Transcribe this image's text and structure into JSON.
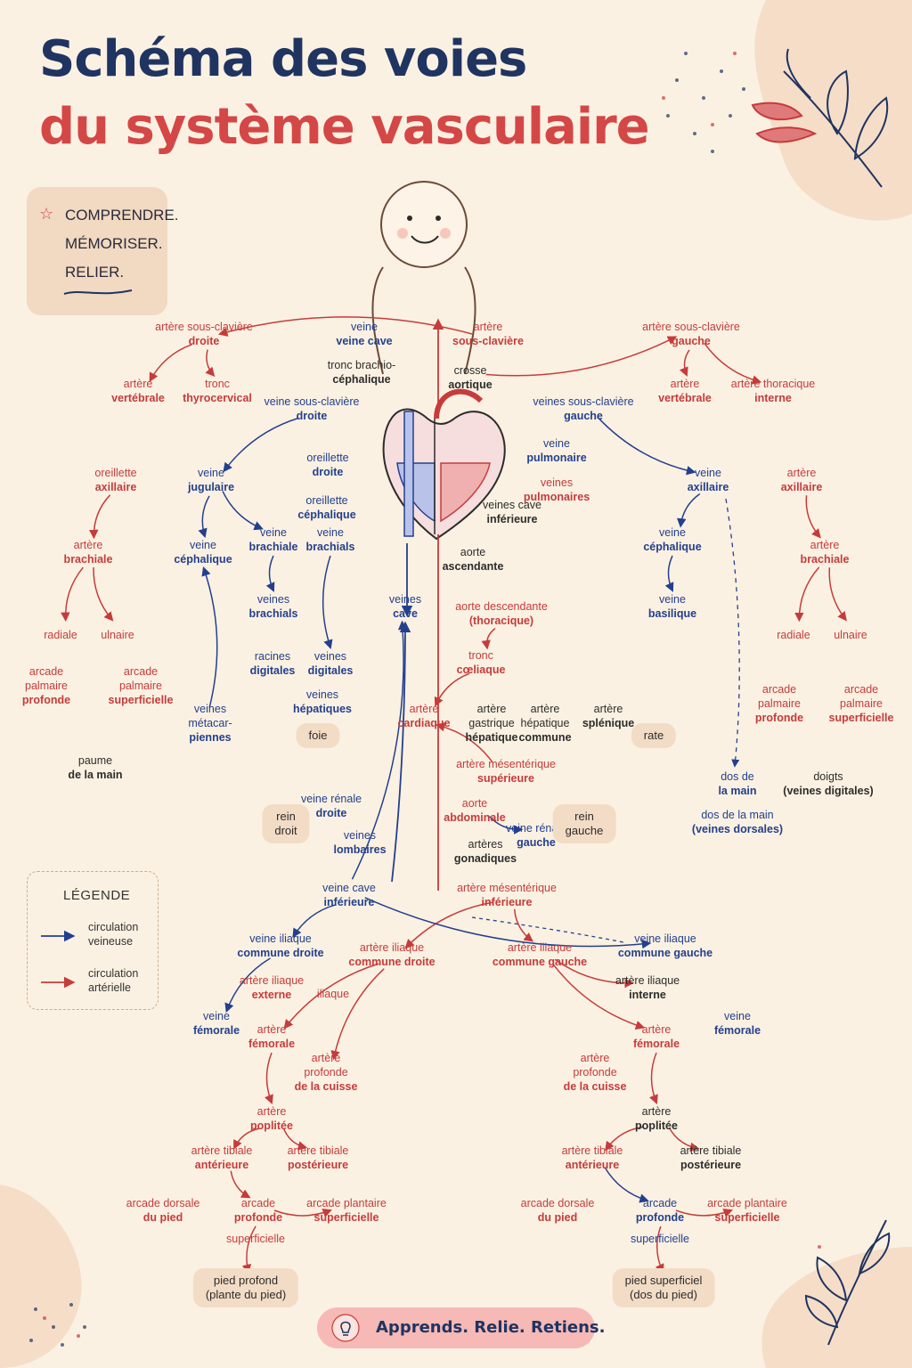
{
  "title": {
    "line1": "Schéma des voies",
    "line2": "du système vasculaire"
  },
  "motto": [
    "COMPRENDRE.",
    "MÉMORISER.",
    "RELIER."
  ],
  "legend": {
    "title": "LÉGENDE",
    "venous": "circulation veineuse",
    "arterial": "circulation artérielle"
  },
  "tagline": "Apprends. Relie. Retiens.",
  "colors": {
    "arterial": "#c63b3b",
    "venous": "#23408e",
    "background": "#fbf1e2",
    "accent_box": "#f1d9c2"
  },
  "nodes": [
    {
      "id": "a_subcl_d",
      "kind": "arterial",
      "text": "artère sous-clavière droite"
    },
    {
      "id": "a_vert_d",
      "kind": "arterial",
      "text": "artère vertébrale"
    },
    {
      "id": "a_thyro",
      "kind": "arterial",
      "text": "tronc thyrocervical"
    },
    {
      "id": "v_cave_sup",
      "kind": "venous",
      "text": "veine veine cave"
    },
    {
      "id": "v_brachio",
      "kind": "neutral",
      "text": "tronc brachio- céphalique"
    },
    {
      "id": "a_subcl_mid",
      "kind": "arterial",
      "text": "artère sous-clavière"
    },
    {
      "id": "crosse",
      "kind": "neutral",
      "text": "crosse aortique"
    },
    {
      "id": "a_subcl_g",
      "kind": "arterial",
      "text": "artère sous-clavière gauche"
    },
    {
      "id": "a_vert_g",
      "kind": "arterial",
      "text": "artère vertébrale"
    },
    {
      "id": "a_thor_int",
      "kind": "arterial",
      "text": "artère thoracique interne"
    },
    {
      "id": "v_subcl_d",
      "kind": "venous",
      "text": "veine sous-clavière droite"
    },
    {
      "id": "v_subcl_g",
      "kind": "venous",
      "text": "veines sous-clavière gauche"
    },
    {
      "id": "a_axil_d",
      "kind": "arterial",
      "text": "oreillette axillaire"
    },
    {
      "id": "v_jug",
      "kind": "venous",
      "text": "veine jugulaire"
    },
    {
      "id": "oreil_d",
      "kind": "venous",
      "text": "oreillette droite"
    },
    {
      "id": "v_cephal_top",
      "kind": "venous",
      "text": "oreillette céphalique"
    },
    {
      "id": "v_pulm",
      "kind": "venous",
      "text": "veine pulmonaire"
    },
    {
      "id": "a_pulm",
      "kind": "arterial",
      "text": "veines pulmonaires"
    },
    {
      "id": "v_cave_inf_h",
      "kind": "neutral",
      "text": "veines cave inférieure"
    },
    {
      "id": "v_axil_g",
      "kind": "venous",
      "text": "veine axillaire"
    },
    {
      "id": "a_axil_g",
      "kind": "arterial",
      "text": "artère axillaire"
    },
    {
      "id": "a_brach_d",
      "kind": "arterial",
      "text": "artère brachiale"
    },
    {
      "id": "v_cephal_d",
      "kind": "venous",
      "text": "veine céphalique"
    },
    {
      "id": "v_brach_d",
      "kind": "venous",
      "text": "veine brachiale"
    },
    {
      "id": "v_brach2_d",
      "kind": "venous",
      "text": "veine brachials"
    },
    {
      "id": "aorte_asc",
      "kind": "neutral",
      "text": "aorte ascendante"
    },
    {
      "id": "v_cephal_g",
      "kind": "venous",
      "text": "veine céphalique"
    },
    {
      "id": "a_brach_g",
      "kind": "arterial",
      "text": "artère brachiale"
    },
    {
      "id": "v_brachs_d",
      "kind": "venous",
      "text": "veines brachials"
    },
    {
      "id": "v_cave_mid",
      "kind": "venous",
      "text": "veines cave"
    },
    {
      "id": "aorte_desc",
      "kind": "arterial",
      "text": "aorte descendante (thoracique)"
    },
    {
      "id": "v_basil_g",
      "kind": "venous",
      "text": "veine basilique"
    },
    {
      "id": "a_rad_d",
      "kind": "arterial",
      "text": "radiale"
    },
    {
      "id": "a_uln_d",
      "kind": "arterial",
      "text": "ulnaire"
    },
    {
      "id": "v_dig_d1",
      "kind": "venous",
      "text": "racines digitales"
    },
    {
      "id": "v_dig_d2",
      "kind": "venous",
      "text": "veines digitales"
    },
    {
      "id": "tronc_coel",
      "kind": "arterial",
      "text": "tronc cœliaque"
    },
    {
      "id": "a_rad_g",
      "kind": "arterial",
      "text": "radiale"
    },
    {
      "id": "a_uln_g",
      "kind": "arterial",
      "text": "ulnaire"
    },
    {
      "id": "arc_palm_prof_d",
      "kind": "arterial",
      "text": "arcade palmaire profonde"
    },
    {
      "id": "arc_palm_sup_d",
      "kind": "arterial",
      "text": "arcade palmaire superficielle"
    },
    {
      "id": "v_hepat",
      "kind": "venous",
      "text": "veines hépatiques"
    },
    {
      "id": "v_metacarp",
      "kind": "venous",
      "text": "veines métacar- piennes"
    },
    {
      "id": "a_cardiaque",
      "kind": "arterial",
      "text": "artère cardiaque"
    },
    {
      "id": "a_gastr",
      "kind": "neutral",
      "text": "artère gastrique hépatique"
    },
    {
      "id": "a_hepat",
      "kind": "neutral",
      "text": "artère hépatique commune"
    },
    {
      "id": "a_splen",
      "kind": "neutral",
      "text": "artère splénique"
    },
    {
      "id": "arc_palm_prof_g",
      "kind": "arterial",
      "text": "arcade palmaire profonde"
    },
    {
      "id": "arc_palm_sup_g",
      "kind": "arterial",
      "text": "arcade palmaire superficielle"
    },
    {
      "id": "foie",
      "kind": "pill",
      "text": "foie"
    },
    {
      "id": "rate",
      "kind": "pill",
      "text": "rate"
    },
    {
      "id": "paume",
      "kind": "neutral",
      "text": "paume de la main"
    },
    {
      "id": "a_mes_sup",
      "kind": "arterial",
      "text": "artère mésentérique supérieure"
    },
    {
      "id": "dos_main",
      "kind": "venous",
      "text": "dos de la main"
    },
    {
      "id": "doigts",
      "kind": "neutral",
      "text": "doigts (veines digitales)"
    },
    {
      "id": "v_renale",
      "kind": "venous",
      "text": "veine rénale droite"
    },
    {
      "id": "aorte_abd",
      "kind": "arterial",
      "text": "aorte abdominale"
    },
    {
      "id": "v_renale_g",
      "kind": "venous",
      "text": "veine rénale gauche"
    },
    {
      "id": "rein_d",
      "kind": "pill",
      "text": "rein droit"
    },
    {
      "id": "rein_g",
      "kind": "pill",
      "text": "rein gauche"
    },
    {
      "id": "dos_main2",
      "kind": "venous",
      "text": "dos de la main (veines dorsales)"
    },
    {
      "id": "v_lomb",
      "kind": "venous",
      "text": "veines lombaires"
    },
    {
      "id": "a_gonad",
      "kind": "neutral",
      "text": "artères gonadiques"
    },
    {
      "id": "v_cave_inf",
      "kind": "venous",
      "text": "veine cave inférieure"
    },
    {
      "id": "a_mes_inf",
      "kind": "arterial",
      "text": "artère mésentérique inférieure"
    },
    {
      "id": "v_il_d",
      "kind": "venous",
      "text": "veine iliaque commune droite"
    },
    {
      "id": "a_il_d",
      "kind": "arterial",
      "text": "artère iliaque commune droite"
    },
    {
      "id": "a_il_g",
      "kind": "arterial",
      "text": "artère iliaque commune gauche"
    },
    {
      "id": "v_il_g",
      "kind": "venous",
      "text": "veine iliaque commune gauche"
    },
    {
      "id": "a_il_ext_d",
      "kind": "arterial",
      "text": "artère iliaque externe"
    },
    {
      "id": "a_il_int_d",
      "kind": "arterial",
      "text": "iliaque"
    },
    {
      "id": "a_il_int_g",
      "kind": "neutral",
      "text": "artère iliaque interne"
    },
    {
      "id": "v_fem_d",
      "kind": "venous",
      "text": "veine fémorale"
    },
    {
      "id": "a_fem_d",
      "kind": "arterial",
      "text": "artère fémorale"
    },
    {
      "id": "a_fem_g",
      "kind": "arterial",
      "text": "artère fémorale"
    },
    {
      "id": "v_fem_g",
      "kind": "venous",
      "text": "veine fémorale"
    },
    {
      "id": "a_prof_cuisse_d",
      "kind": "arterial",
      "text": "artère profonde de la cuisse"
    },
    {
      "id": "a_prof_cuisse_g",
      "kind": "arterial",
      "text": "artère profonde de la cuisse"
    },
    {
      "id": "a_popl_d",
      "kind": "arterial",
      "text": "artère poplitée"
    },
    {
      "id": "a_popl_g",
      "kind": "neutral",
      "text": "artère poplitée"
    },
    {
      "id": "a_tib_ant_d",
      "kind": "arterial",
      "text": "artère tibiale antérieure"
    },
    {
      "id": "a_tib_post_d",
      "kind": "arterial",
      "text": "artère tibiale postérieure"
    },
    {
      "id": "a_tib_ant_g",
      "kind": "arterial",
      "text": "artère tibiale antérieure"
    },
    {
      "id": "a_tib_post_g",
      "kind": "neutral",
      "text": "artère tibiale postérieure"
    },
    {
      "id": "arc_dors_d",
      "kind": "arterial",
      "text": "arcade dorsale du pied"
    },
    {
      "id": "arc_prof_d",
      "kind": "arterial",
      "text": "arcade profonde"
    },
    {
      "id": "arc_plant_d",
      "kind": "arterial",
      "text": "arcade plantaire superficielle"
    },
    {
      "id": "arc_dors_g",
      "kind": "arterial",
      "text": "arcade dorsale du pied"
    },
    {
      "id": "arc_prof_g",
      "kind": "venous",
      "text": "arcade profonde"
    },
    {
      "id": "arc_plant_g",
      "kind": "arterial",
      "text": "arcade plantaire superficielle"
    },
    {
      "id": "superf_d",
      "kind": "arterial",
      "text": "superficielle"
    },
    {
      "id": "superf_g",
      "kind": "venous",
      "text": "superficielle"
    },
    {
      "id": "pied_prof",
      "kind": "pill",
      "text": "pied profond (plante du pied)"
    },
    {
      "id": "pied_superf",
      "kind": "pill",
      "text": "pied superficiel (dos du pied)"
    }
  ],
  "edges": [
    [
      "a_subcl_mid",
      "a_subcl_d",
      "arterial"
    ],
    [
      "a_subcl_d",
      "a_vert_d",
      "arterial"
    ],
    [
      "a_subcl_d",
      "a_thyro",
      "arterial"
    ],
    [
      "crosse",
      "a_subcl_g",
      "arterial"
    ],
    [
      "a_subcl_g",
      "a_vert_g",
      "arterial"
    ],
    [
      "a_subcl_g",
      "a_thor_int",
      "arterial"
    ],
    [
      "v_subcl_d",
      "v_jug",
      "venous"
    ],
    [
      "v_subcl_g",
      "v_axil_g",
      "venous"
    ],
    [
      "a_axil_d",
      "a_brach_d",
      "arterial"
    ],
    [
      "a_brach_d",
      "a_rad_d",
      "arterial"
    ],
    [
      "a_brach_d",
      "a_uln_d",
      "arterial"
    ],
    [
      "v_jug",
      "v_cephal_d",
      "venous"
    ],
    [
      "v_jug",
      "v_brach_d",
      "venous"
    ],
    [
      "v_brach_d",
      "v_brachs_d",
      "venous"
    ],
    [
      "v_brach2_d",
      "v_dig_d2",
      "venous"
    ],
    [
      "v_metacarp",
      "v_cephal_d",
      "venous"
    ],
    [
      "v_axil_g",
      "v_cephal_g",
      "venous"
    ],
    [
      "v_cephal_g",
      "v_basil_g",
      "venous"
    ],
    [
      "a_axil_g",
      "a_brach_g",
      "arterial"
    ],
    [
      "a_brach_g",
      "a_rad_g",
      "arterial"
    ],
    [
      "a_brach_g",
      "a_uln_g",
      "arterial"
    ],
    [
      "aorte_desc",
      "tronc_coel",
      "arterial"
    ],
    [
      "tronc_coel",
      "a_cardiaque",
      "arterial"
    ],
    [
      "a_mes_sup",
      "a_cardiaque",
      "arterial"
    ],
    [
      "aorte_abd",
      "v_renale_g",
      "venous"
    ],
    [
      "v_cave_inf",
      "v_cave_mid",
      "venous"
    ],
    [
      "a_mes_inf",
      "a_il_d",
      "arterial"
    ],
    [
      "a_mes_inf",
      "a_il_g",
      "arterial"
    ],
    [
      "v_cave_inf",
      "v_il_d",
      "venous"
    ],
    [
      "v_cave_inf",
      "v_il_g",
      "venous"
    ],
    [
      "v_il_d",
      "v_fem_d",
      "venous"
    ],
    [
      "a_il_d",
      "a_fem_d",
      "arterial"
    ],
    [
      "a_il_d",
      "a_prof_cuisse_d",
      "arterial"
    ],
    [
      "a_fem_d",
      "a_popl_d",
      "arterial"
    ],
    [
      "a_popl_d",
      "a_tib_ant_d",
      "arterial"
    ],
    [
      "a_popl_d",
      "a_tib_post_d",
      "arterial"
    ],
    [
      "a_tib_ant_d",
      "arc_prof_d",
      "arterial"
    ],
    [
      "a_il_g",
      "a_il_int_g",
      "arterial"
    ],
    [
      "a_il_g",
      "a_fem_g",
      "arterial"
    ],
    [
      "a_fem_g",
      "a_popl_g",
      "arterial"
    ],
    [
      "a_popl_g",
      "a_tib_ant_g",
      "arterial"
    ],
    [
      "a_popl_g",
      "a_tib_post_g",
      "arterial"
    ],
    [
      "a_tib_ant_g",
      "arc_prof_g",
      "venous"
    ],
    [
      "arc_prof_g",
      "arc_plant_g",
      "arterial"
    ],
    [
      "arc_prof_d",
      "arc_plant_d",
      "arterial"
    ],
    [
      "arc_prof_d",
      "pied_prof",
      "arterial"
    ],
    [
      "arc_prof_g",
      "pied_superf",
      "arterial"
    ]
  ]
}
